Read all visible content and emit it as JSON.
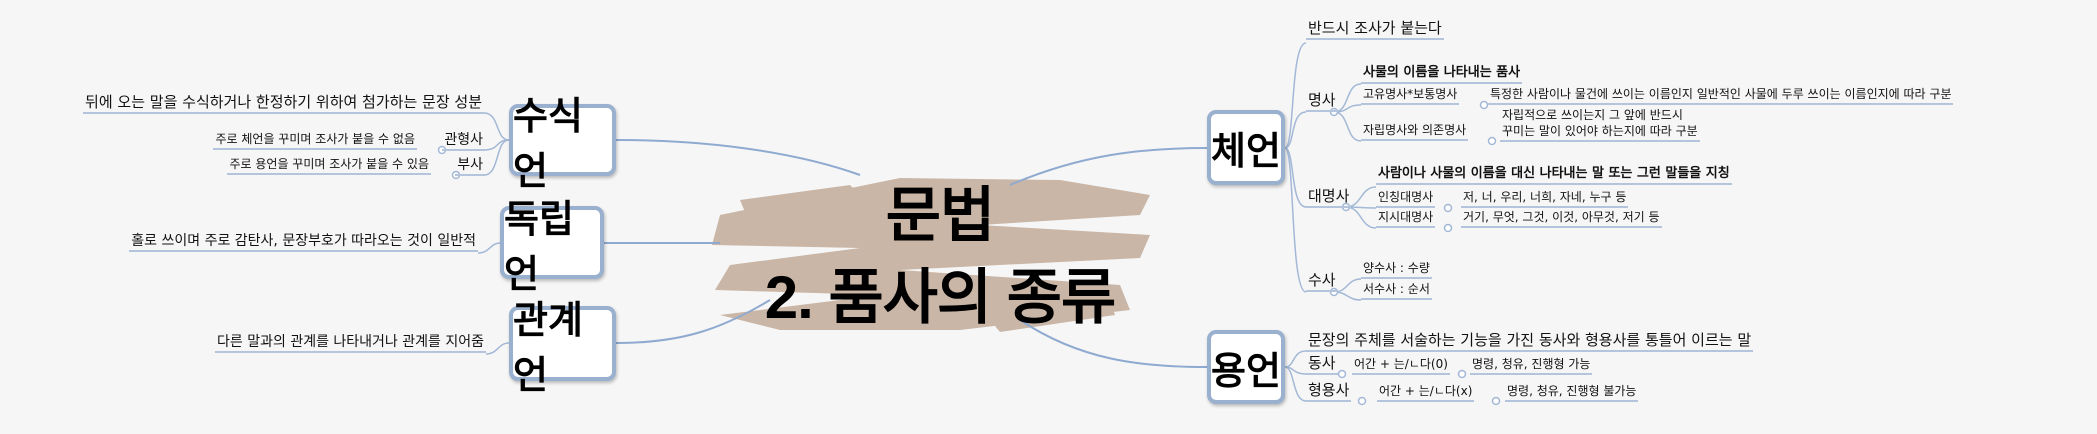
{
  "center": {
    "line1": "문법",
    "line2": "2. 품사의 종류"
  },
  "colors": {
    "background": "#f6f6f6",
    "connector": "#8faad0",
    "node_border": "#9ab0cf",
    "brush": "#cab6a6"
  },
  "left": {
    "susigeon": {
      "label": "수식언",
      "desc": "뒤에 오는 말을 수식하거나 한정하기 위하여 첨가하는 문장 성분",
      "gwanhyeongsa": {
        "label": "관형사",
        "desc": "주로 체언을 꾸미며 조사가 붙을 수 없음"
      },
      "busa": {
        "label": "부사",
        "desc": "주로 용언을 꾸미며 조사가 붙을 수 있음"
      }
    },
    "dongnibeon": {
      "label": "독립언",
      "desc": "홀로 쓰이며 주로 감탄사, 문장부호가 따라오는 것이 일반적"
    },
    "gwangyeeon": {
      "label": "관계언",
      "desc": "다른 말과의 관계를 나타내거나 관계를 지어줌"
    }
  },
  "right": {
    "cheeon": {
      "label": "체언",
      "desc": "반드시 조사가 붙는다",
      "myeongsa": {
        "label": "명사",
        "desc": "사물의 이름을 나타내는 품사",
        "proper": {
          "label": "고유명사*보통명사",
          "desc": "특정한 사람이나 물건에 쓰이는 이름인지 일반적인 사물에 두루 쓰이는 이름인지에 따라 구분"
        },
        "independent": {
          "label": "자립명사와 의존명사",
          "desc1": "자립적으로 쓰이는지 그 앞에 반드시",
          "desc2": "꾸미는 말이 있어야 하는지에 따라 구분"
        }
      },
      "daemyeongsa": {
        "label": "대명사",
        "desc": "사람이나 사물의 이름을 대신 나타내는 말 또는 그런 말들을 지칭",
        "personal": {
          "label": "인칭대명사",
          "desc": "저, 너, 우리, 너희, 자네, 누구 등"
        },
        "demonstrative": {
          "label": "지시대명사",
          "desc": "거기, 무엇, 그것, 이것, 아무것, 저기 등"
        }
      },
      "susa": {
        "label": "수사",
        "cardinal": "양수사 : 수량",
        "ordinal": "서수사 : 순서"
      }
    },
    "yongeon": {
      "label": "용언",
      "desc": "문장의 주체를 서술하는 기능을 가진 동사와 형용사를 통틀어 이르는 말",
      "dongsa": {
        "label": "동사",
        "rule": "어간 + 는/ㄴ다(0)",
        "desc": "명령, 청유, 진행형 가능"
      },
      "hyeongyongsa": {
        "label": "형용사",
        "rule": "어간 + 는/ㄴ다(x)",
        "desc": "명령, 청유, 진행형 불가능"
      }
    }
  }
}
